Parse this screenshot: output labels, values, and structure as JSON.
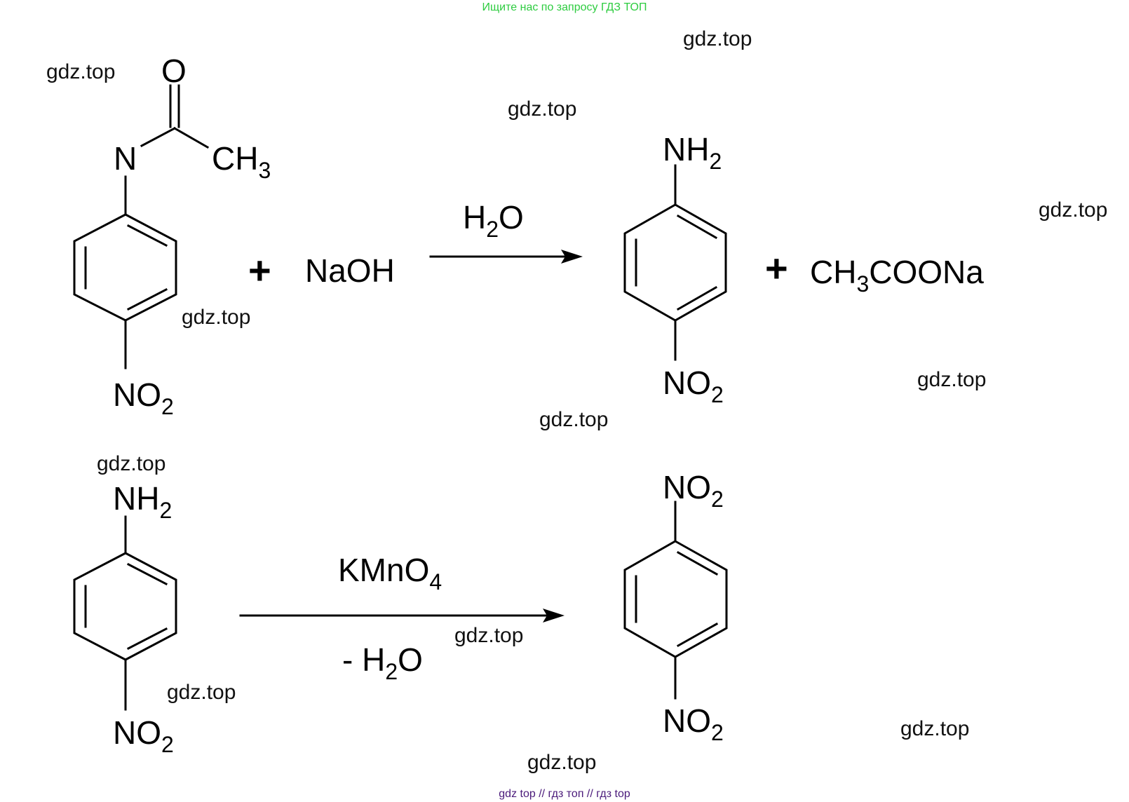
{
  "header": {
    "text": "Ищите нас по запросу ГДЗ ТОП",
    "color": "#2ecc40"
  },
  "footer": {
    "text": "gdz top  //  гдз топ  //  гдз top",
    "color": "#4a1a7a"
  },
  "watermark": "gdz.top",
  "reaction1": {
    "reactant": {
      "name": "4-nitroacetanilide",
      "carbonyl_o": "O",
      "amide_n": "N",
      "methyl": {
        "main": "CH",
        "sub": "3"
      },
      "para_group": {
        "main": "NO",
        "sub": "2"
      }
    },
    "plus": "+",
    "reagent": "NaOH",
    "condition": {
      "main": "H",
      "sub": "2",
      "tail": "O"
    },
    "product": {
      "name": "4-nitroaniline",
      "top_group": {
        "main": "NH",
        "sub": "2"
      },
      "bottom_group": {
        "main": "NO",
        "sub": "2"
      }
    },
    "plus2": "+",
    "byproduct": {
      "a": "CH",
      "sub": "3",
      "b": "COONa"
    }
  },
  "reaction2": {
    "reactant": {
      "name": "4-nitroaniline",
      "top_group": {
        "main": "NH",
        "sub": "2"
      },
      "bottom_group": {
        "main": "NO",
        "sub": "2"
      }
    },
    "condition_above": {
      "main": "KMnO",
      "sub": "4"
    },
    "condition_below": {
      "prefix": "- H",
      "sub": "2",
      "tail": "O"
    },
    "product": {
      "name": "1,4-dinitrobenzene",
      "top_group": {
        "main": "NO",
        "sub": "2"
      },
      "bottom_group": {
        "main": "NO",
        "sub": "2"
      }
    }
  }
}
